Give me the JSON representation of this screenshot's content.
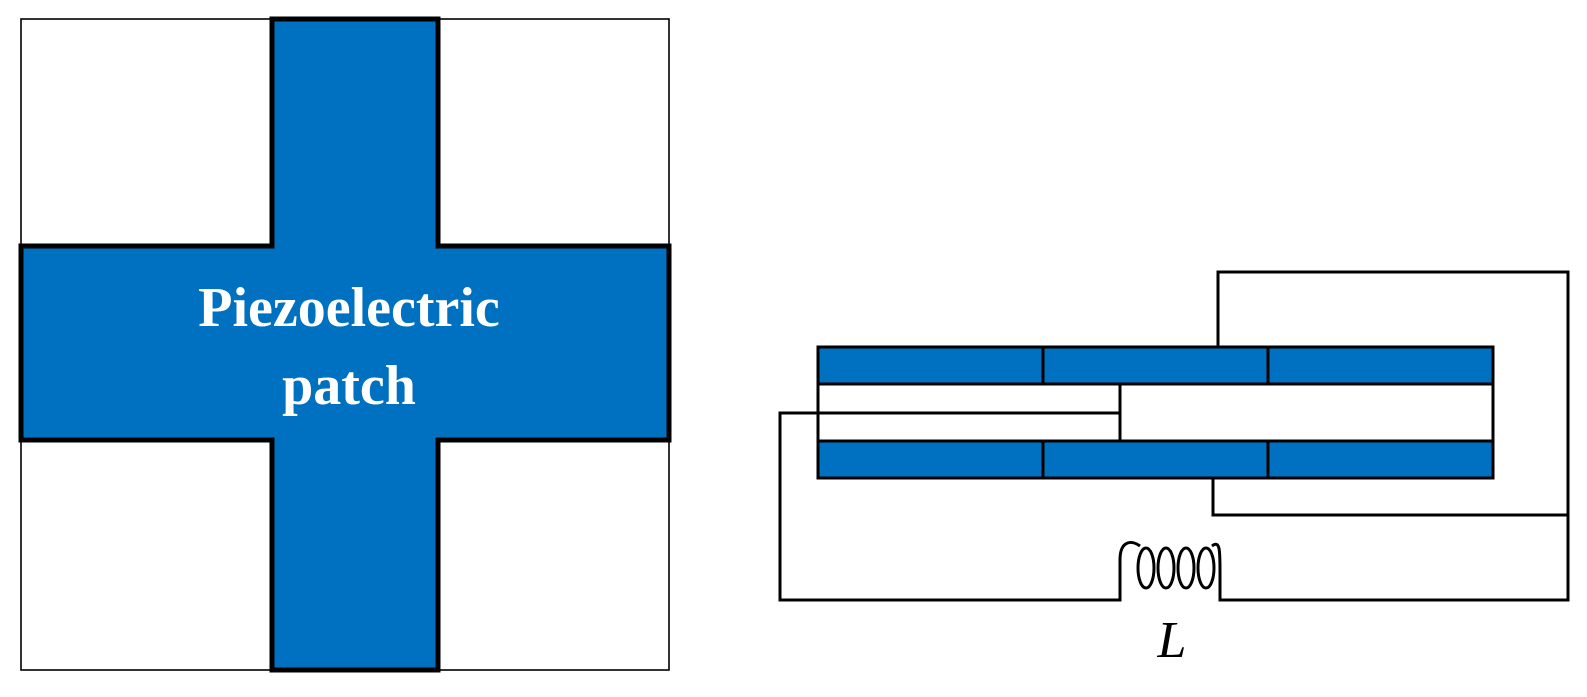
{
  "unit_cell": {
    "patch_label_line1": "Piezoelectric",
    "patch_label_line2": "patch"
  },
  "circuit": {
    "inductor_label": "L"
  },
  "colors": {
    "piezo_fill": "#0070C0",
    "line": "#000000",
    "background": "#ffffff"
  }
}
